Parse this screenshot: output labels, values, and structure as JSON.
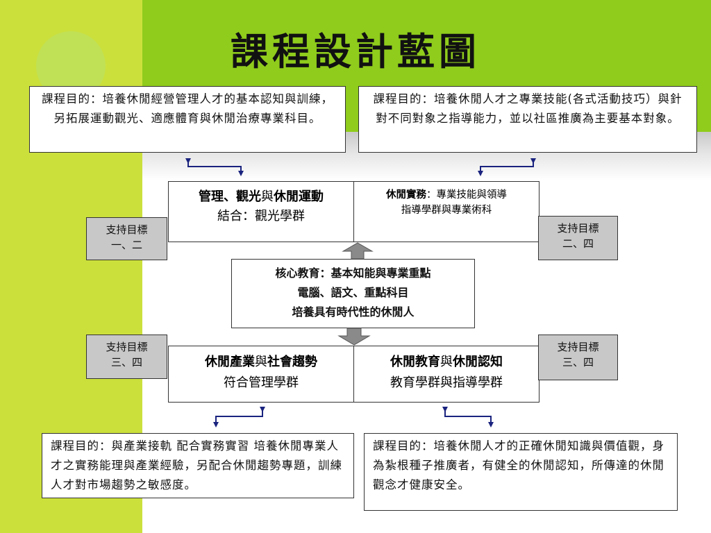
{
  "title": "課程設計藍圖",
  "goals": {
    "top_left": "課程目的：培養休閒經營管理人才的基本認知與訓練，另拓展運動觀光、適應體育與休閒治療專業科目。",
    "top_right": "課程目的：培養休閒人才之專業技能(各式活動技巧）與針對不同對象之指導能力，並以社區推廣為主要基本對象。",
    "bottom_left": "課程目的：與產業接軌 配合實務實習 培養休閒專業人才之實務能理與產業經驗，另配合休閒趨勢專題，訓練人才對市場趨勢之敏感度。",
    "bottom_right": "課程目的：培養休閒人才的正確休閒知識與價值觀，身為紮根種子推廣者，有健全的休閒認知，所傳達的休閒觀念才健康安全。"
  },
  "upper_block": {
    "left": {
      "bold1": "管理、觀光",
      "join": "與",
      "bold2": "休閒運動",
      "line2": "結合：觀光學群"
    },
    "right": {
      "bold": "休閒實務",
      "rest": "：專業技能與領導",
      "line2": "指導學群與專業術科"
    }
  },
  "lower_block": {
    "left": {
      "bold1": "休閒產業",
      "join": "與",
      "bold2": "社會趨勢",
      "line2": "符合管理學群"
    },
    "right": {
      "bold1": "休閒教育",
      "join": "與",
      "bold2": "休閒認知",
      "line2": "教育學群與指導學群"
    }
  },
  "core": {
    "line1": "核心教育：基本知能與專業重點",
    "line2": "電腦、語文、重點科目",
    "line3": "培養具有時代性的休閒人"
  },
  "support": {
    "upper_left": {
      "line1": "支持目標",
      "line2": "一、二"
    },
    "upper_right": {
      "line1": "支持目標",
      "line2": "二、四"
    },
    "lower_left": {
      "line1": "支持目標",
      "line2": "三、四"
    },
    "lower_right": {
      "line1": "支持目標",
      "line2": "三、四"
    }
  },
  "colors": {
    "left_panel": "#cce03c",
    "top_panel": "#8fcc1c",
    "support_fill": "#c8c8c8",
    "connector": "#1a237e",
    "core_arrow": "#8a8a8a"
  }
}
